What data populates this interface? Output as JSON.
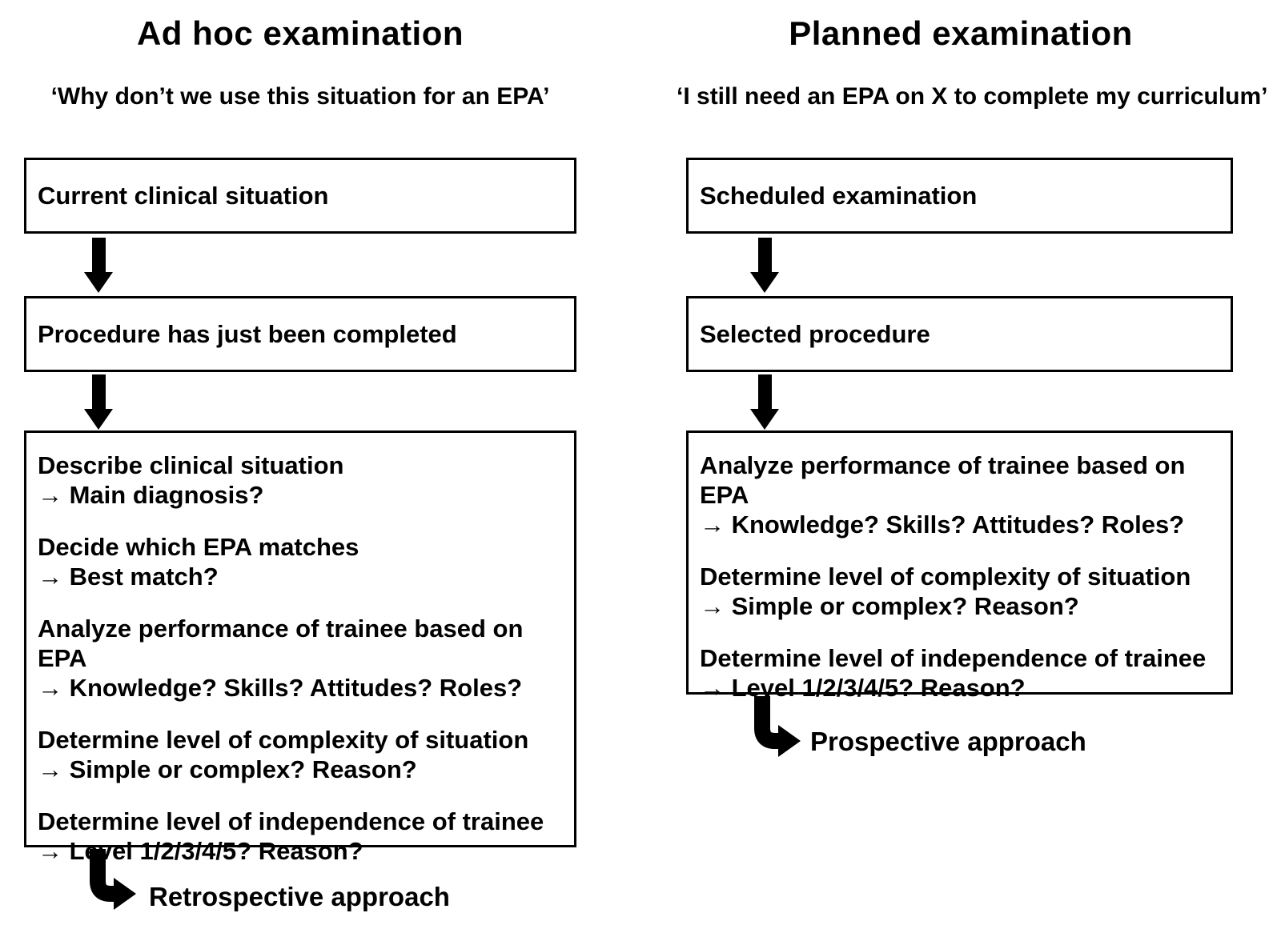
{
  "diagram": {
    "colors": {
      "ink": "#000000",
      "background": "#ffffff"
    },
    "columns": [
      {
        "title": "Ad hoc examination",
        "quote": "‘Why don’t we use this situation for an EPA’",
        "box1": "Current clinical situation",
        "box2": "Procedure has just been completed",
        "steps": [
          {
            "action": "Describe clinical situation",
            "question": "→ Main diagnosis?"
          },
          {
            "action": "Decide which EPA matches",
            "question": "→ Best match?"
          },
          {
            "action": "Analyze performance of trainee based on EPA",
            "question": "→ Knowledge? Skills? Attitudes? Roles?"
          },
          {
            "action": "Determine level of complexity of situation",
            "question": "→ Simple or complex? Reason?"
          },
          {
            "action": "Determine level of independence of trainee",
            "question": "→ Level 1/2/3/4/5? Reason?"
          }
        ],
        "outcome": "Retrospective approach"
      },
      {
        "title": "Planned examination",
        "quote": "‘I still need an EPA on X to complete my curriculum’",
        "box1": "Scheduled examination",
        "box2": "Selected procedure",
        "steps": [
          {
            "action": "Analyze performance of trainee based on EPA",
            "question": "→ Knowledge? Skills? Attitudes? Roles?"
          },
          {
            "action": "Determine level of complexity of situation",
            "question": "→ Simple or complex? Reason?"
          },
          {
            "action": "Determine level of independence of trainee",
            "question": "→ Level 1/2/3/4/5? Reason?"
          }
        ],
        "outcome": "Prospective approach"
      }
    ]
  }
}
